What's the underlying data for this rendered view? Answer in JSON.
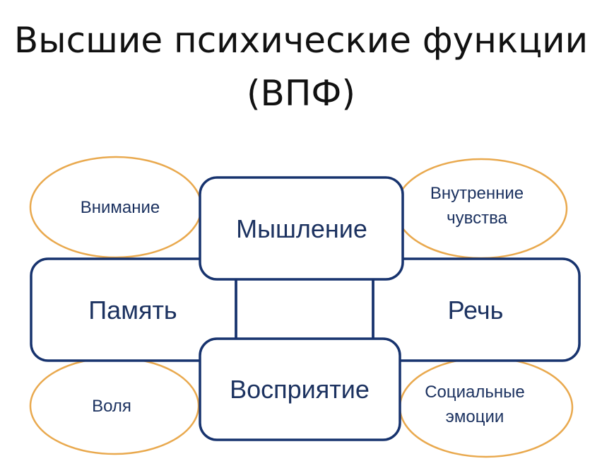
{
  "title": {
    "line1": "Высшие психические функции",
    "line2": "(ВПФ)"
  },
  "ellipses": {
    "top_left": "Внимание",
    "top_right_line1": "Внутренние",
    "top_right_line2": "чувства",
    "bottom_left": "Воля",
    "bottom_right_line1": "Социальные",
    "bottom_right_line2": "эмоции"
  },
  "boxes": {
    "top": "Мышление",
    "left": "Память",
    "right": "Речь",
    "bottom": "Восприятие"
  },
  "colors": {
    "box_stroke": "#17336e",
    "ellipse_stroke": "#e9a94e",
    "text": "#1c3260"
  }
}
